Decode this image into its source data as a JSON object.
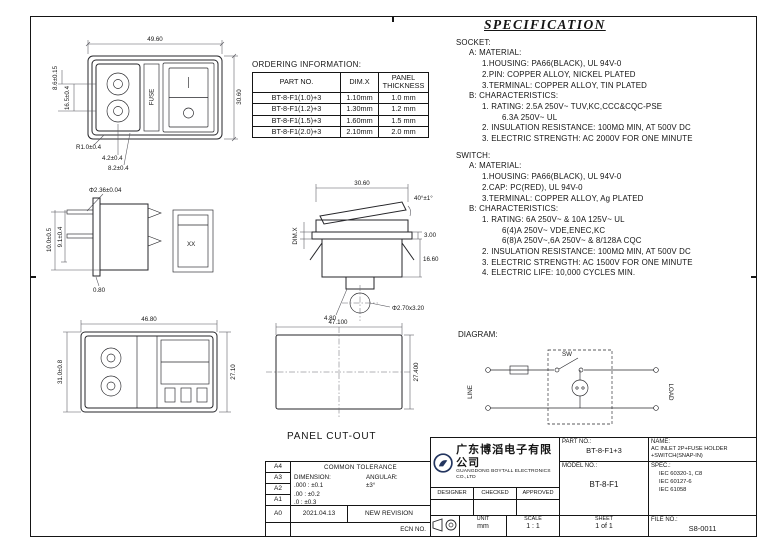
{
  "ordering": {
    "title": "ORDERING INFORMATION:",
    "col_part": "PART NO.",
    "col_dimx": "DIM.X",
    "col_panel": "PANEL THICKNESS",
    "rows": [
      {
        "part": "BT-8-F1(1.0)+3",
        "dimx": "1.10mm",
        "panel": "1.0 mm"
      },
      {
        "part": "BT-8-F1(1.2)+3",
        "dimx": "1.30mm",
        "panel": "1.2 mm"
      },
      {
        "part": "BT-8-F1(1.5)+3",
        "dimx": "1.60mm",
        "panel": "1.5 mm"
      },
      {
        "part": "BT-8-F1(2.0)+3",
        "dimx": "2.10mm",
        "panel": "2.0 mm"
      }
    ]
  },
  "spec": {
    "title": "SPECIFICATION",
    "socket": {
      "heading": "SOCKET:",
      "a_heading": "A: MATERIAL:",
      "a_items": [
        "1.HOUSING: PA66(BLACK), UL 94V-0",
        "2.PIN: COPPER ALLOY, NICKEL PLATED",
        "3.TERMINAL: COPPER ALLOY, TIN PLATED"
      ],
      "b_heading": "B: CHARACTERISTICS:",
      "b_items": [
        "1. RATING: 2.5A 250V~ TUV,KC,CCC&CQC-PSE",
        "6.3A 250V~ UL",
        "2. INSULATION RESISTANCE: 100MΩ MIN, AT 500V DC",
        "3. ELECTRIC STRENGTH: AC 2000V FOR ONE MINUTE"
      ]
    },
    "switch": {
      "heading": "SWITCH:",
      "a_heading": "A: MATERIAL:",
      "a_items": [
        "1.HOUSING: PA66(BLACK), UL 94V-0",
        "2.CAP: PC(RED), UL 94V-0",
        "3.TERMINAL: COPPER ALLOY, Ag PLATED"
      ],
      "b_heading": "B: CHARACTERISTICS:",
      "b_items": [
        "1. RATING: 6A 250V~ & 10A 125V~ UL",
        "6(4)A 250V~ VDE,ENEC,KC",
        "6(8)A 250V~,6A 250V~ & 8/128A CQC",
        "2. INSULATION RESISTANCE: 100MΩ MIN, AT 500V DC",
        "3. ELECTRIC STRENGTH: AC 1500V FOR ONE MINUTE",
        "4. ELECTRIC LIFE: 10,000 CYCLES MIN."
      ]
    }
  },
  "diagram": {
    "title": "DIAGRAM:",
    "line": "LINE",
    "load": "LOAD",
    "sw": "SW"
  },
  "dims": {
    "front": {
      "width": "49.60",
      "height": "30.60",
      "left_a": "8.6±0.15",
      "left_b": "16.5±0.4",
      "radius": "R1.0±0.4",
      "bottom_a": "4.2±0.4",
      "bottom_b": "8.2±0.4",
      "fuse": "FUSE"
    },
    "side": {
      "pin": "Φ2.36±0.04",
      "h1": "10.0±0.5",
      "h2": "9.1±0.4",
      "b": "0.80",
      "mark": "XX"
    },
    "mid": {
      "width": "30.60",
      "angle": "40°±1°",
      "dimx": "DIM.X",
      "r1": "3.00",
      "r2": "16.60",
      "b": "4.80",
      "hole": "Φ2.70x3.20"
    },
    "rear": {
      "width": "46.80",
      "height": "27.10",
      "left": "31.0±0.8"
    },
    "cut": {
      "width": "47.100",
      "height": "27.400",
      "label": "PANEL CUT-OUT"
    }
  },
  "titleblock": {
    "company_cn": "广东博滔电子有限公司",
    "company_en": "GUANGDONG BOYTALL ELECTRONICS CO.,LTD",
    "part_no_label": "PART NO.:",
    "part_no": "BT-8-F1+3",
    "name_label": "NAME:",
    "name_value": "AC INLET 2P+FUSE HOLDER +SWITCH(SNAP-IN)",
    "model_label": "MODEL NO.:",
    "model": "BT-8-F1",
    "spec_label": "SPEC.:",
    "spec_lines": [
      "IEC 60320-1, C8",
      "IEC 60127-6",
      "IEC 61058"
    ],
    "designer": "DESIGNER",
    "checked": "CHECKED",
    "approved": "APPROVED",
    "unit_label": "UNIT",
    "unit": "mm",
    "scale_label": "SCALE",
    "scale": "1 : 1",
    "sheet_label": "SHEET",
    "sheet": "1 of 1",
    "file_label": "FILE NO.:",
    "file_no": "S8-0011",
    "tol_title": "COMMON TOLERANCE",
    "tol_dim_label": "DIMENSION:",
    "tol_lines": [
      ".000 : ±0.1",
      ".00  : ±0.2",
      ".0   : ±0.3"
    ],
    "angular_label": "ANGULAR:",
    "angular": "±3°",
    "revs": [
      "A4",
      "A3",
      "A2",
      "A1",
      "A0"
    ],
    "rev_date": "2021.04.13",
    "rev_desc": "NEW REVISION",
    "ecn_label": "ECN NO."
  }
}
